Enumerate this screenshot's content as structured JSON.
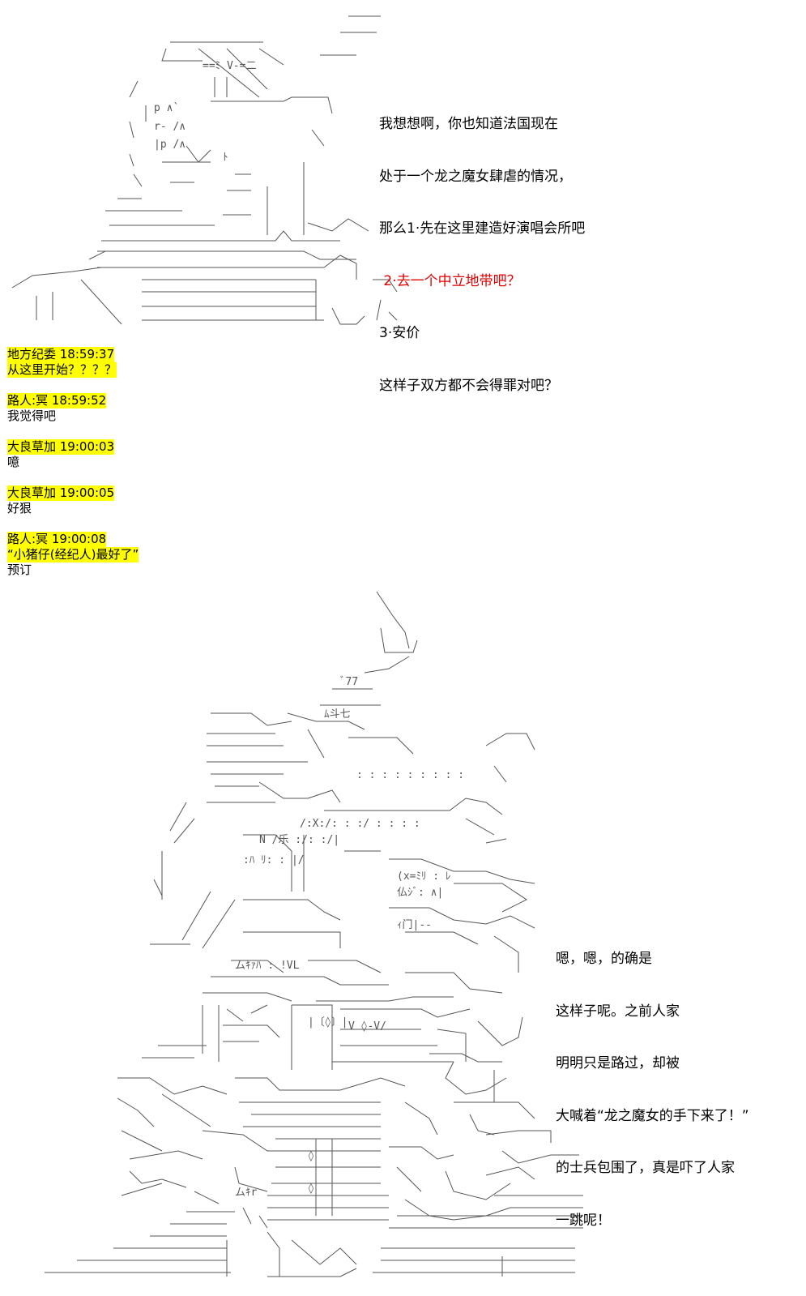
{
  "dialog_top": {
    "lines": [
      {
        "text": "我想想啊，你也知道法国现在",
        "color": "black"
      },
      {
        "text": "处于一个龙之魔女肆虐的情况，",
        "color": "black"
      },
      {
        "text": "那么1·先在这里建造好演唱会所吧",
        "color": "black"
      },
      {
        "text": " 2·去一个中立地带吧？",
        "color": "red"
      },
      {
        "text": "3·安价",
        "color": "black"
      },
      {
        "text": "这样子双方都不会得罪对吧？",
        "color": "black"
      }
    ]
  },
  "chat": {
    "messages": [
      {
        "header": "地方纪委 18:59:37",
        "body": [
          "从这里开始？？？？"
        ],
        "highlight_body": true
      },
      {
        "header": "路人:冥 18:59:52",
        "body": [
          "我觉得吧"
        ],
        "highlight_body": false
      },
      {
        "header": "大良草加 19:00:03",
        "body": [
          "噫"
        ],
        "highlight_body": false
      },
      {
        "header": "大良草加 19:00:05",
        "body": [
          "好狠"
        ],
        "highlight_body": false
      },
      {
        "header": "路人:冥 19:00:08",
        "body": [
          "“小猪仔(经纪人)最好了”",
          "预订"
        ],
        "highlight_body": true
      }
    ]
  },
  "dialog_bottom": {
    "lines": [
      "嗯，嗯，的确是",
      "这样子呢。之前人家",
      "明明只是路过，却被",
      "大喊着“龙之魔女的手下来了！”",
      "的士兵包围了，真是吓了人家",
      "一跳呢！"
    ]
  }
}
